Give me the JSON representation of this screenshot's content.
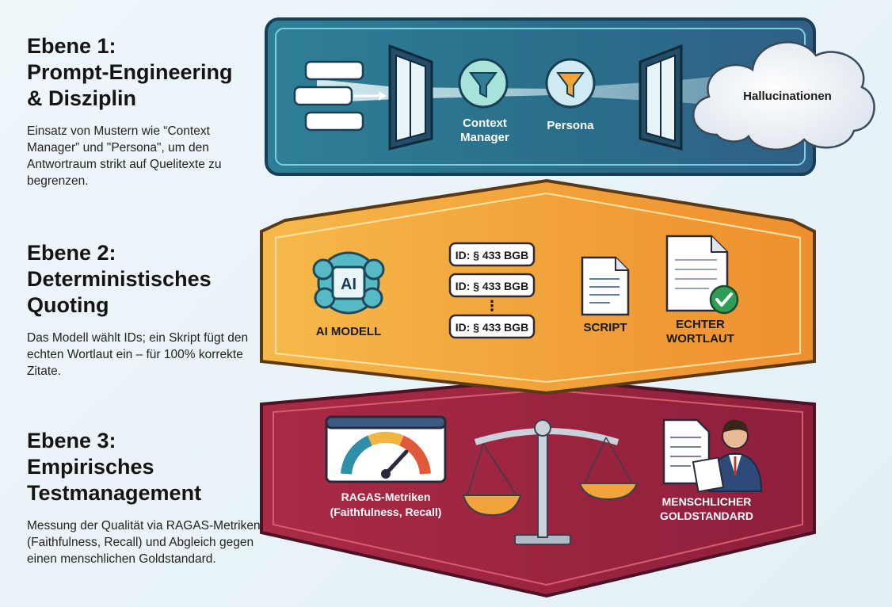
{
  "levels": [
    {
      "heading_lines": [
        "Ebene 1:",
        "Prompt-Engineering",
        "& Disziplin"
      ],
      "description": "Einsatz von Mustern wie “Context Manager” und \"Persona\", um den Antwortraum strikt auf Quelitexte zu begrenzen.",
      "color": "#2f7f97"
    },
    {
      "heading_lines": [
        "Ebene 2:",
        "Deterministisches",
        "Quoting"
      ],
      "description": "Das Modell wählt IDs; ein Skript fügt den echten Wortlaut ein – für 100% korrekte Zitate.",
      "color": "#f2a33a"
    },
    {
      "heading_lines": [
        "Ebene 3:",
        "Empirisches",
        "Testmanagement"
      ],
      "description": "Messung der Qualität via RAGAS-Metriken (Faithfulness, Recall) und Abgleich gegen einen menschlichen Goldstandard.",
      "color": "#9e2440"
    }
  ],
  "diagram": {
    "layer1": {
      "filter1_label_lines": [
        "Context",
        "Manager"
      ],
      "filter2_label": "Persona",
      "cloud_label": "Hallucinationen"
    },
    "layer2": {
      "ai_chip_text": "AI",
      "ai_label": "AI MODELL",
      "id_tags": [
        "ID: § 433 BGB",
        "ID: § 433 BGB",
        "ID: § 433 BGB"
      ],
      "ellipsis": "⋮",
      "script_label": "SCRIPT",
      "wortlaut_label_lines": [
        "ECHTER",
        "WORTLAUT"
      ]
    },
    "layer3": {
      "ragas_label_lines": [
        "RAGAS-Metriken",
        "(Faithfulness, Recall)"
      ],
      "gold_label_lines": [
        "MENSCHLICHER",
        "GOLDSTANDARD"
      ]
    }
  }
}
